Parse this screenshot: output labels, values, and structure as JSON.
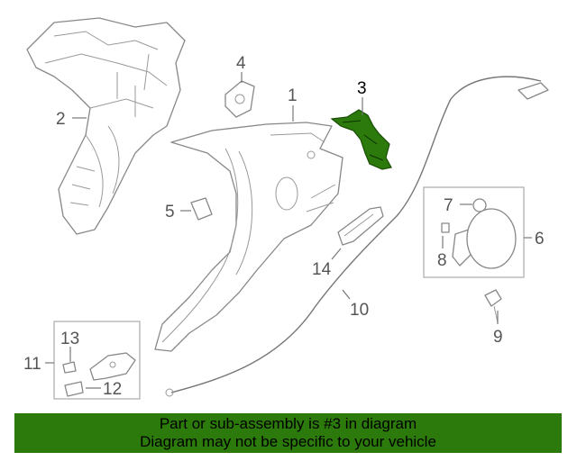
{
  "callouts": {
    "c1": "1",
    "c2": "2",
    "c3": "3",
    "c4": "4",
    "c5": "5",
    "c6": "6",
    "c7": "7",
    "c8": "8",
    "c9": "9",
    "c10": "10",
    "c11": "11",
    "c12": "12",
    "c13": "13",
    "c14": "14"
  },
  "highlight_color": "#2b7a0b",
  "banner": {
    "line1": "Part or sub-assembly is #3 in diagram",
    "line2": "Diagram may not be specific to your vehicle",
    "background": "#2b7a0b"
  }
}
